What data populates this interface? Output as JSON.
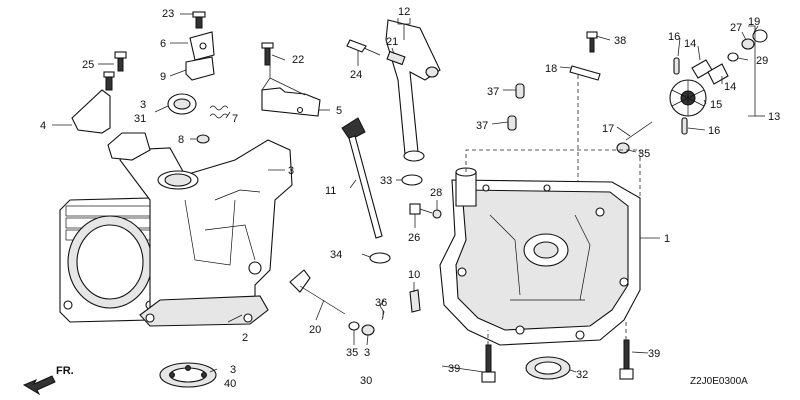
{
  "diagram_code": "Z2J0E0300A",
  "direction_label": "FR.",
  "callouts": {
    "c19": "19",
    "c27": "27",
    "c29": "29",
    "c16a": "16",
    "c14a": "14",
    "c14b": "14",
    "c15": "15",
    "c13": "13",
    "c16b": "16",
    "c17": "17",
    "c35a": "35",
    "c38": "38",
    "c18": "18",
    "c37a": "37",
    "c37b": "37",
    "c1": "1",
    "c12": "12",
    "c21": "21",
    "c24": "24",
    "c33": "33",
    "c28": "28",
    "c26": "26",
    "c11": "11",
    "c34": "34",
    "c10": "10",
    "c36": "36",
    "c35b": "35",
    "c3c": "3",
    "c30": "30",
    "c20": "20",
    "c39a": "39",
    "c39b": "39",
    "c32": "32",
    "c23": "23",
    "c6": "6",
    "c9": "9",
    "c22": "22",
    "c5": "5",
    "c25": "25",
    "c4": "4",
    "c3a": "3",
    "c31": "31",
    "c7": "7",
    "c8": "8",
    "c3b": "3",
    "c2": "2",
    "c3d": "3",
    "c40": "40"
  }
}
